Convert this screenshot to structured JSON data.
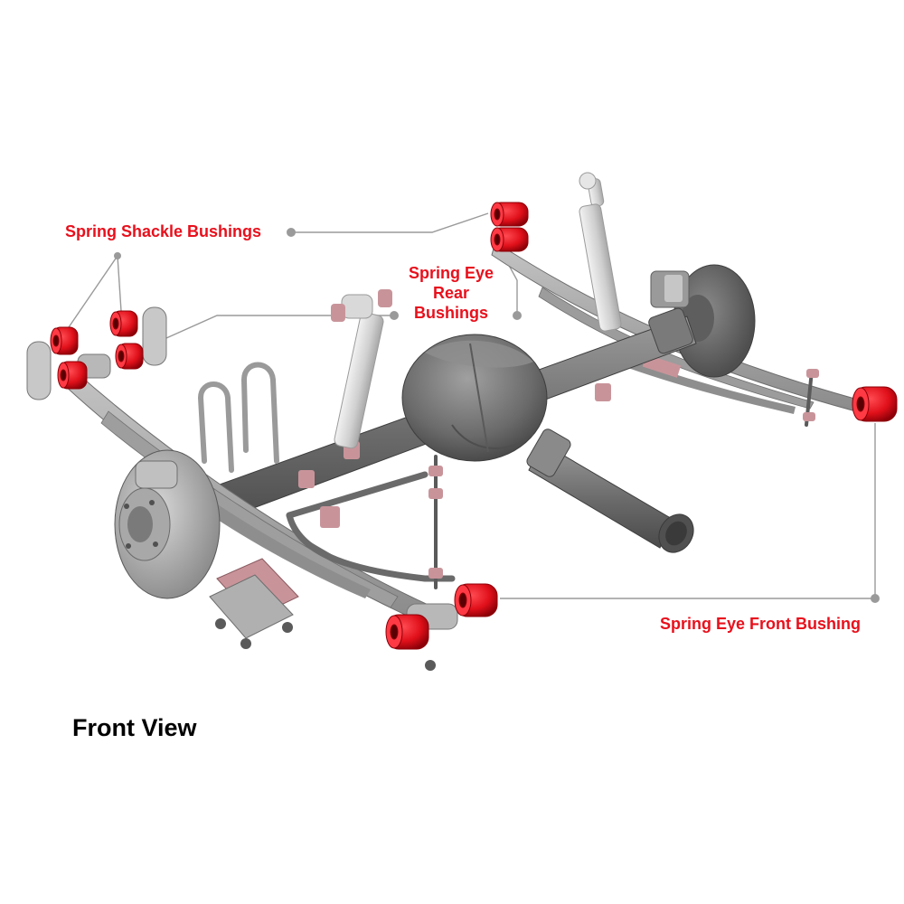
{
  "diagram": {
    "callouts": {
      "spring_shackle_bushings": "Spring Shackle Bushings",
      "spring_eye_rear_bushings": "Spring Eye Rear Bushings",
      "spring_eye_front_bushing": "Spring Eye Front Bushing"
    },
    "view_title": "Front View"
  },
  "colors": {
    "callout_text": "#e8101c",
    "bushing": "#e0101a",
    "bushing_dark": "#9a0008",
    "axle": "#6e6e6e",
    "axle_light": "#8a8a8a",
    "spring": "#a9a9a9",
    "shock": "#d6d6d6",
    "leader_line": "#9a9a9a",
    "pad": "#c8949a"
  }
}
